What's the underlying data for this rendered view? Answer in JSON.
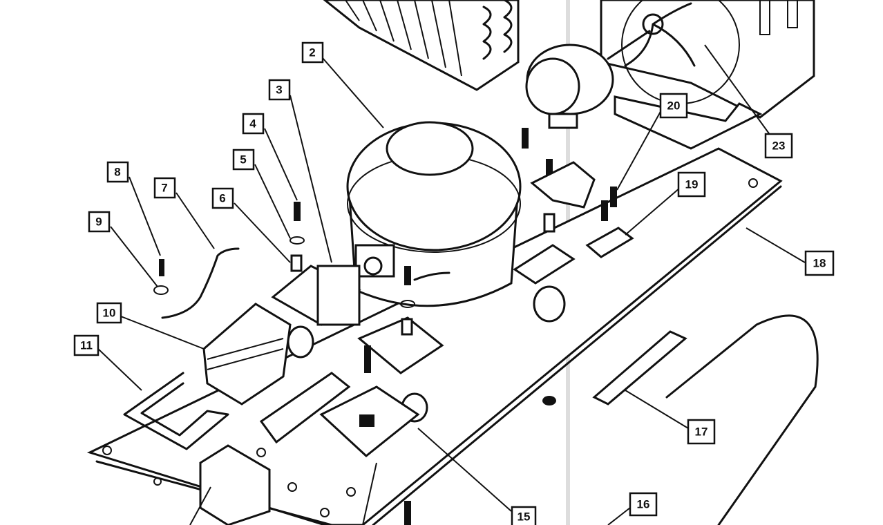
{
  "diagram": {
    "type": "exploded-parts-diagram",
    "callouts": [
      "2",
      "3",
      "4",
      "5",
      "6",
      "7",
      "8",
      "9",
      "10",
      "11",
      "15",
      "16",
      "17",
      "18",
      "19",
      "20",
      "23"
    ],
    "colors": {
      "ink": "#111111",
      "paper": "#ffffff"
    }
  }
}
